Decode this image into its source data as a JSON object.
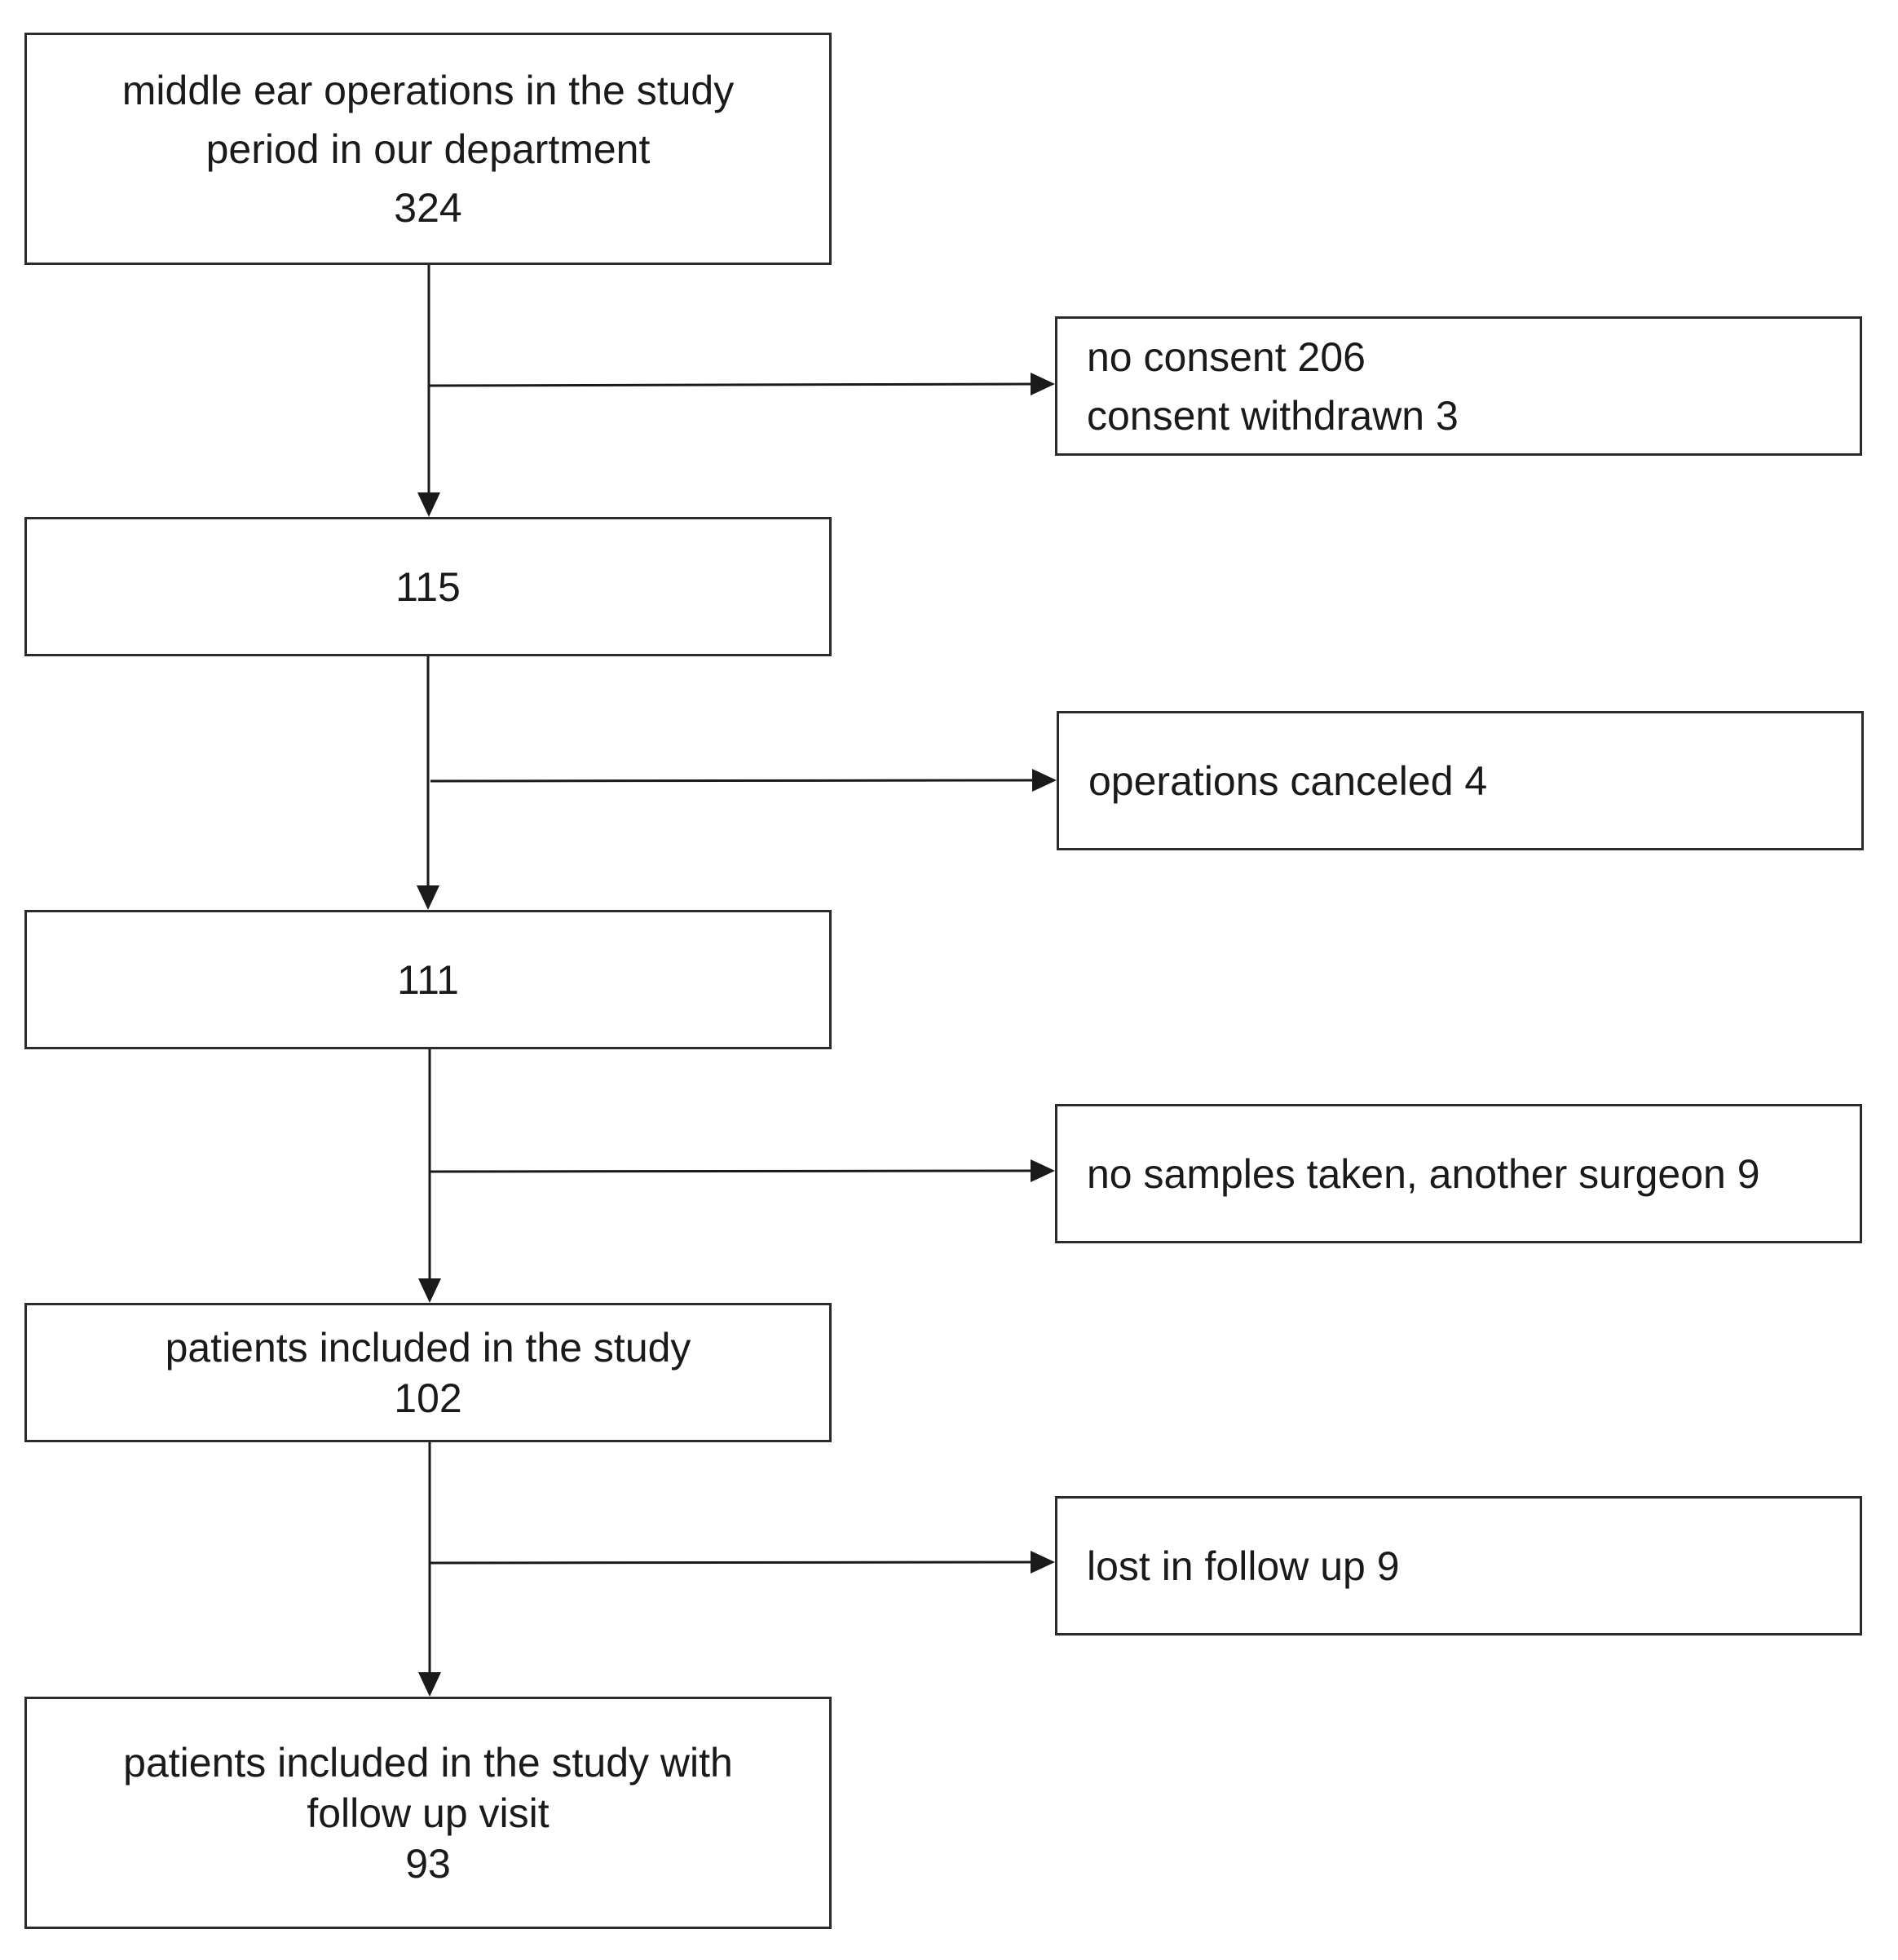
{
  "flow": {
    "steps": [
      {
        "lines": [
          "middle ear operations in the study",
          "period in our department",
          "324"
        ]
      },
      {
        "lines": [
          "115"
        ]
      },
      {
        "lines": [
          "111"
        ]
      },
      {
        "lines": [
          "patients included in the study",
          "102"
        ]
      },
      {
        "lines": [
          "patients included in the study with",
          "follow up visit",
          "93"
        ]
      }
    ],
    "exclusions": [
      {
        "lines": [
          "no consent 206",
          "consent withdrawn 3"
        ]
      },
      {
        "lines": [
          "operations canceled 4"
        ]
      },
      {
        "lines": [
          "no samples taken, another surgeon 9"
        ]
      },
      {
        "lines": [
          "lost in follow up 9"
        ]
      }
    ]
  }
}
